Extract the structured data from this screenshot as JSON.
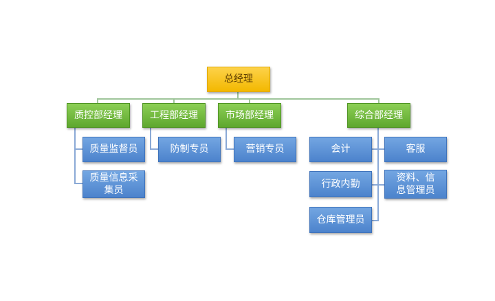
{
  "org_chart": {
    "root": "总经理",
    "managers": [
      "质控部经理",
      "工程部经理",
      "市场部经理",
      "综合部经理"
    ],
    "quality_staff": [
      "质量监督员",
      "质量信息采集员"
    ],
    "engineering_staff": [
      "防制专员"
    ],
    "marketing_staff": [
      "营销专员"
    ],
    "general_staff": [
      "会计",
      "客服",
      "行政内勤",
      "资料、信息管理员",
      "仓库管理员"
    ]
  }
}
